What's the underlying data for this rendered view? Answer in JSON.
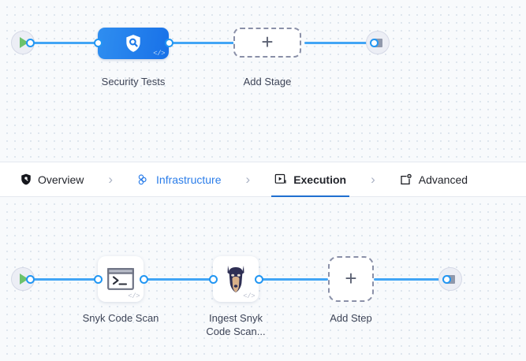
{
  "stage_pipeline": {
    "start_node": {
      "icon": "play-icon",
      "label": ""
    },
    "stage": {
      "name": "Security Tests",
      "icon": "shield-search-icon",
      "code_badge": "</>"
    },
    "add_stage": {
      "label": "Add Stage",
      "icon": "plus-icon"
    },
    "end_node": {
      "icon": "stop-icon"
    }
  },
  "tabs": {
    "items": [
      {
        "label": "Overview",
        "icon": "shield-icon",
        "state": "default"
      },
      {
        "label": "Infrastructure",
        "icon": "infrastructure-icon",
        "state": "link"
      },
      {
        "label": "Execution",
        "icon": "play-box-icon",
        "state": "active"
      },
      {
        "label": "Advanced",
        "icon": "advanced-gear-icon",
        "state": "default"
      }
    ],
    "separator": "›"
  },
  "step_pipeline": {
    "start_node": {
      "icon": "play-icon"
    },
    "steps": [
      {
        "name": "Snyk Code Scan",
        "icon": "terminal-icon",
        "code_badge": "</>"
      },
      {
        "name": "Ingest Snyk\nCode Scan...",
        "name_line1": "Ingest Snyk",
        "name_line2": "Code Scan...",
        "icon": "snyk-doberman-icon",
        "code_badge": "</>"
      }
    ],
    "add_step": {
      "label": "Add Step",
      "icon": "plus-icon"
    },
    "end_node": {
      "icon": "stop-icon"
    }
  },
  "colors": {
    "connector": "#42A5F5",
    "stage_blue": "#1871e8",
    "active_tab": "#1f6fd0",
    "link_blue": "#2b7de9",
    "play_green": "#6CC26C",
    "stop_gray": "#9098ab",
    "canvas_bg": "#f8fafc",
    "grid_dot": "#d9e2ec"
  }
}
